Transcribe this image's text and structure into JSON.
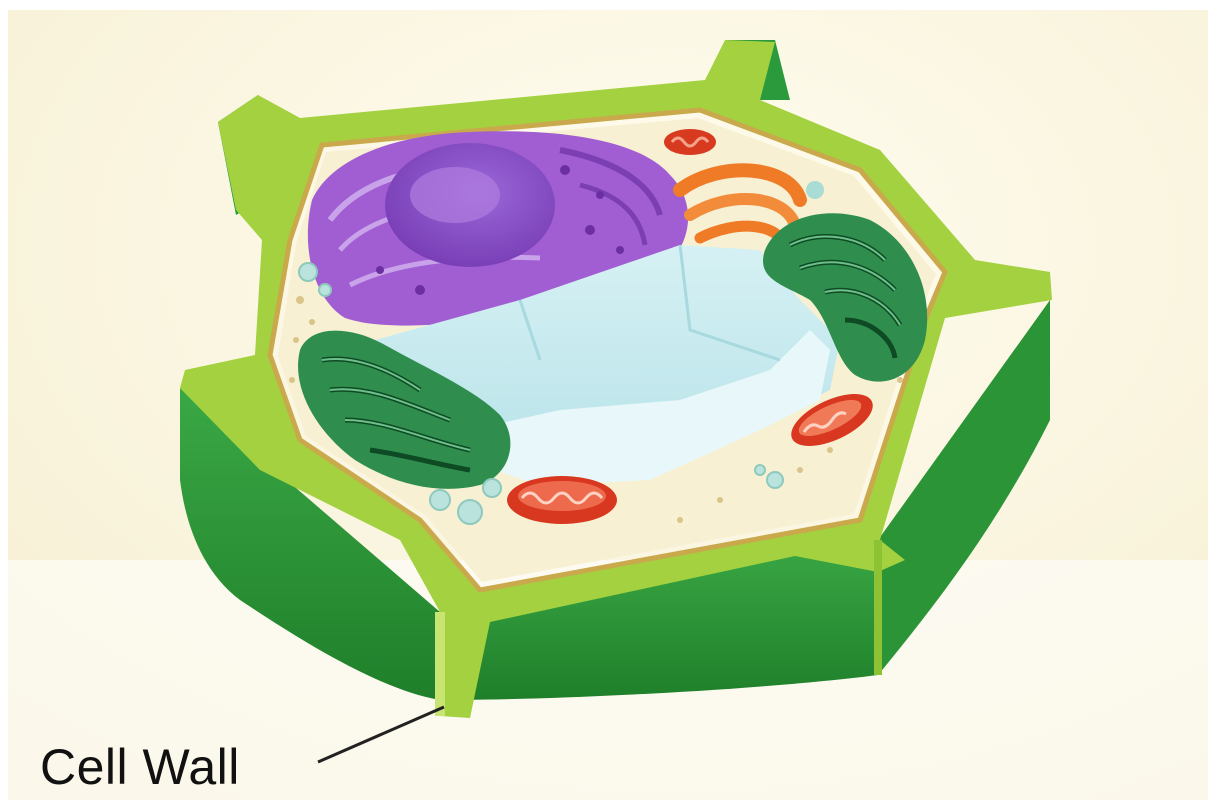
{
  "diagram": {
    "labels": {
      "cell_wall": "Cell Wall"
    },
    "colors": {
      "background": "#fcf7de",
      "cell_wall_top": "#9ccc3b",
      "cell_wall_side": "#2f9a3a",
      "cell_wall_side_dark": "#22862e",
      "cytoplasm": "#f7efcf",
      "nucleus": "#a55fd0",
      "nucleolus": "#8a4dbd",
      "vacuole": "#c9ecef",
      "chloroplast": "#2e8a4a",
      "mitochondria": "#d93a22",
      "golgi": "#f07a2a"
    },
    "structures": [
      "cell-wall",
      "cell-membrane",
      "nucleus",
      "central-vacuole",
      "chloroplast",
      "mitochondrion",
      "golgi-apparatus"
    ]
  }
}
